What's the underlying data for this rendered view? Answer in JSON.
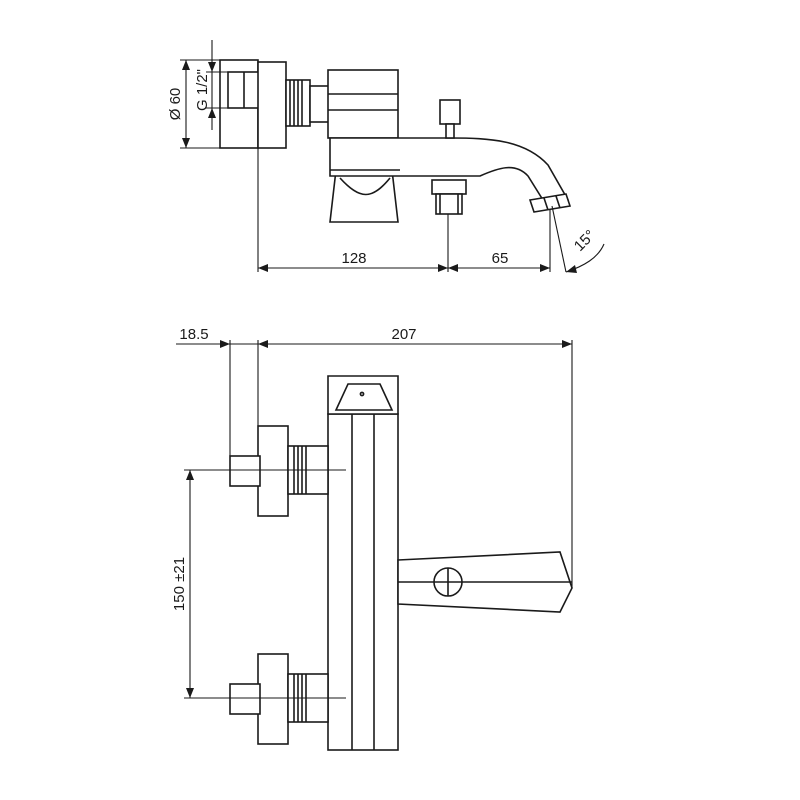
{
  "labels": {
    "diameter": "Ø 60",
    "thread": "G 1/2\"",
    "length_main": "128",
    "length_spout": "65",
    "angle": "15°",
    "offset": "18.5",
    "total_width": "207",
    "centers": "150 ±21"
  }
}
